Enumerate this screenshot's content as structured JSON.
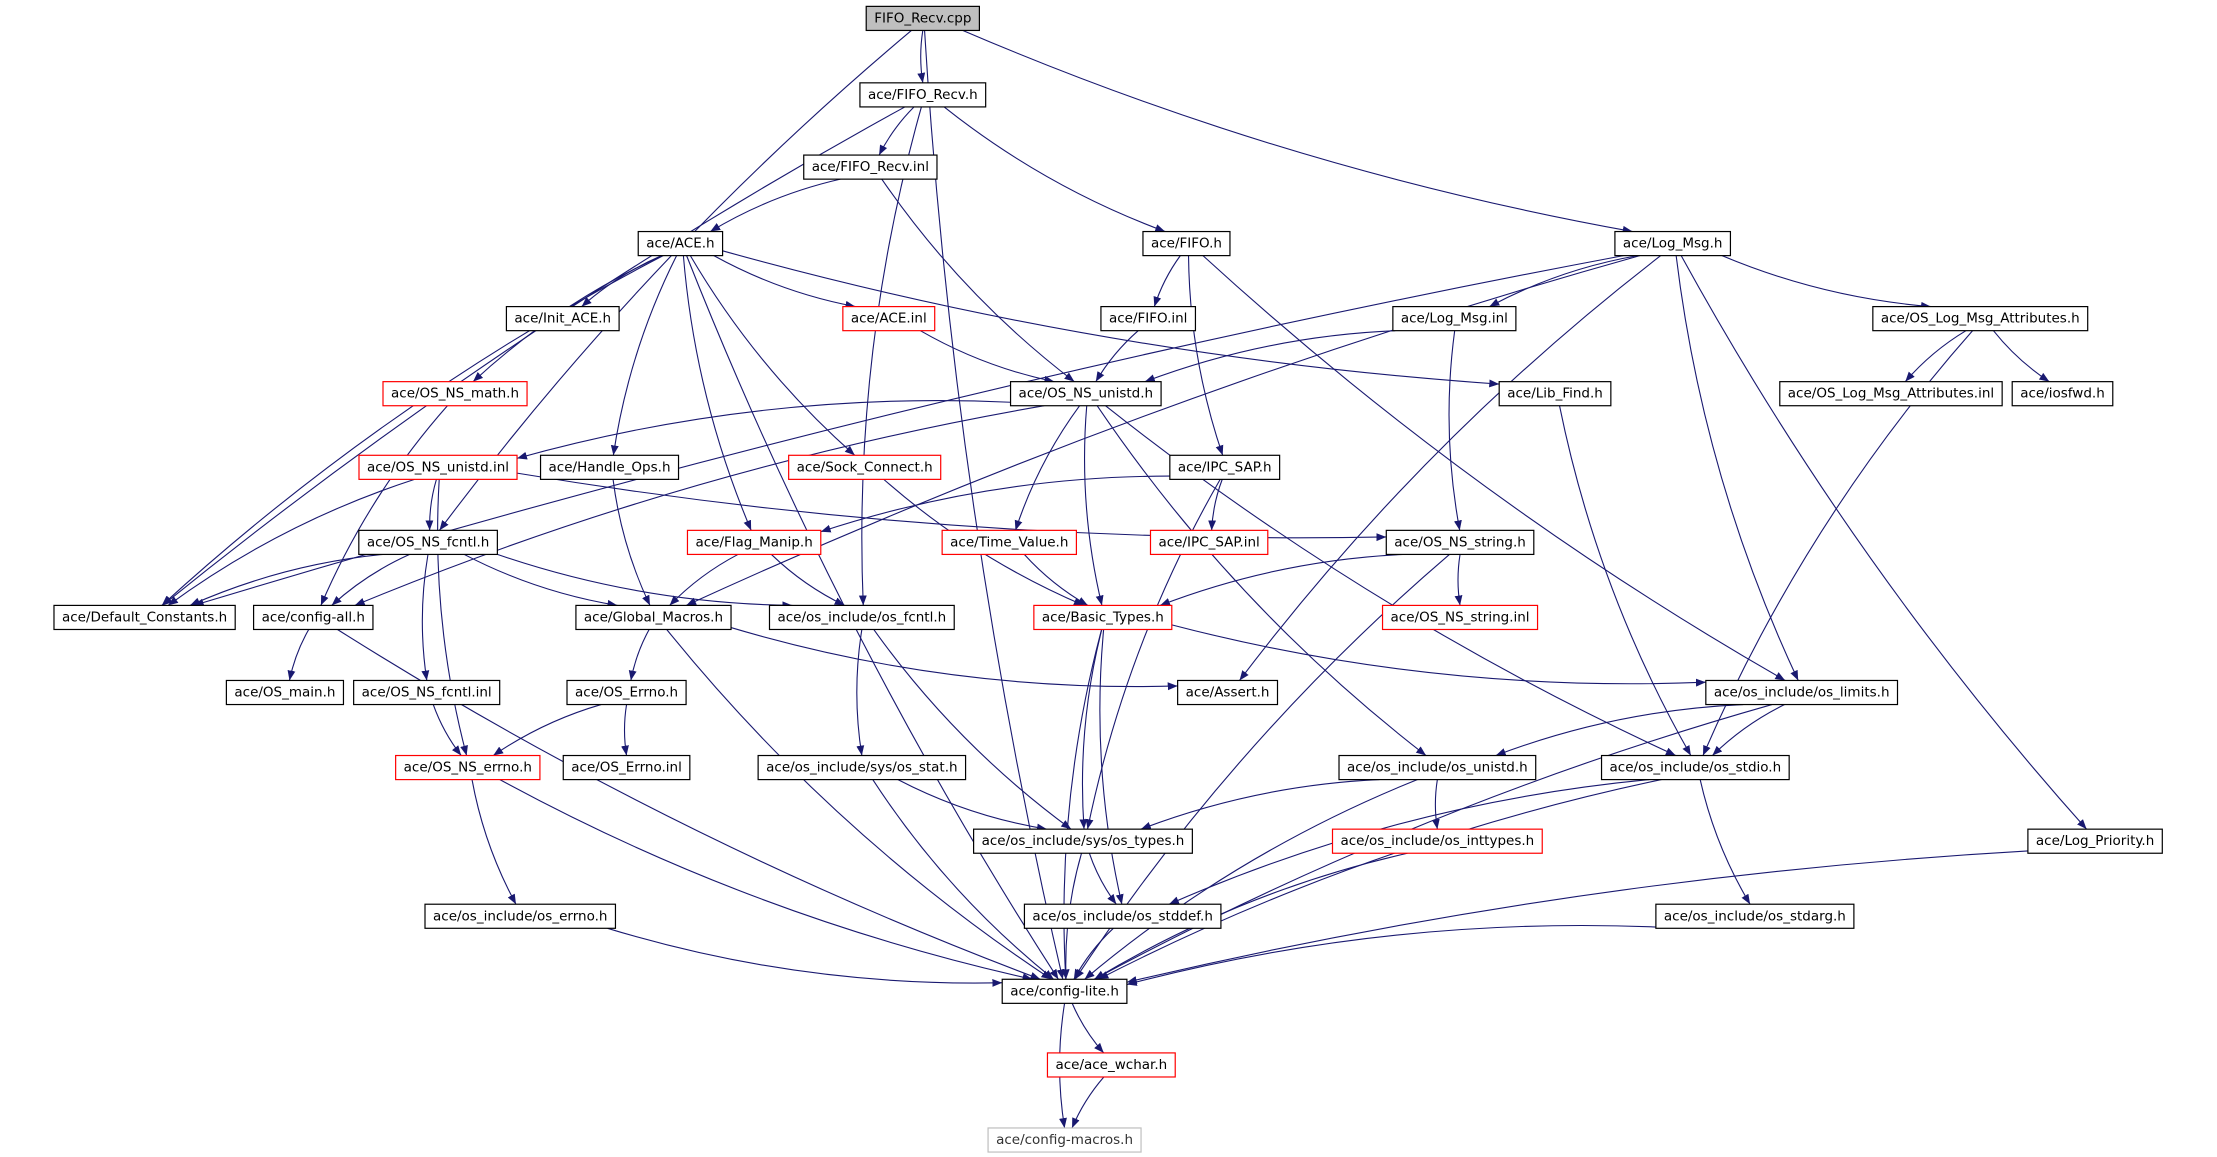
{
  "colors": {
    "edge": "#191970",
    "node_border_default": "#000000",
    "node_border_incomplete": "#ff0000",
    "node_border_truncated": "#bfbfbf",
    "root_fill": "#bfbfbf",
    "node_fill": "#ffffff"
  },
  "nodes": [
    {
      "id": "n0",
      "label": "FIFO_Recv.cpp",
      "style": "root"
    },
    {
      "id": "n1",
      "label": "ace/FIFO_Recv.h",
      "style": "normal"
    },
    {
      "id": "n2",
      "label": "ace/FIFO_Recv.inl",
      "style": "normal"
    },
    {
      "id": "n3",
      "label": "ace/ACE.h",
      "style": "normal"
    },
    {
      "id": "n4",
      "label": "ace/FIFO.h",
      "style": "normal"
    },
    {
      "id": "n5",
      "label": "ace/Log_Msg.h",
      "style": "normal"
    },
    {
      "id": "n6",
      "label": "ace/Init_ACE.h",
      "style": "normal"
    },
    {
      "id": "n7",
      "label": "ace/ACE.inl",
      "style": "red"
    },
    {
      "id": "n8",
      "label": "ace/FIFO.inl",
      "style": "normal"
    },
    {
      "id": "n9",
      "label": "ace/Log_Msg.inl",
      "style": "normal"
    },
    {
      "id": "n10",
      "label": "ace/OS_Log_Msg_Attributes.h",
      "style": "normal"
    },
    {
      "id": "n11",
      "label": "ace/OS_NS_math.h",
      "style": "red"
    },
    {
      "id": "n12",
      "label": "ace/OS_NS_unistd.h",
      "style": "normal"
    },
    {
      "id": "n13",
      "label": "ace/Lib_Find.h",
      "style": "normal"
    },
    {
      "id": "n14",
      "label": "ace/OS_Log_Msg_Attributes.inl",
      "style": "normal"
    },
    {
      "id": "n15",
      "label": "ace/iosfwd.h",
      "style": "normal"
    },
    {
      "id": "n16",
      "label": "ace/OS_NS_unistd.inl",
      "style": "red"
    },
    {
      "id": "n17",
      "label": "ace/Handle_Ops.h",
      "style": "normal"
    },
    {
      "id": "n18",
      "label": "ace/Sock_Connect.h",
      "style": "red"
    },
    {
      "id": "n19",
      "label": "ace/IPC_SAP.h",
      "style": "normal"
    },
    {
      "id": "n20",
      "label": "ace/OS_NS_fcntl.h",
      "style": "normal"
    },
    {
      "id": "n21",
      "label": "ace/Flag_Manip.h",
      "style": "red"
    },
    {
      "id": "n22",
      "label": "ace/Time_Value.h",
      "style": "red"
    },
    {
      "id": "n23",
      "label": "ace/IPC_SAP.inl",
      "style": "red"
    },
    {
      "id": "n24",
      "label": "ace/OS_NS_string.h",
      "style": "normal"
    },
    {
      "id": "n25",
      "label": "ace/Default_Constants.h",
      "style": "normal"
    },
    {
      "id": "n26",
      "label": "ace/config-all.h",
      "style": "normal"
    },
    {
      "id": "n27",
      "label": "ace/Global_Macros.h",
      "style": "normal"
    },
    {
      "id": "n28",
      "label": "ace/os_include/os_fcntl.h",
      "style": "normal"
    },
    {
      "id": "n29",
      "label": "ace/Basic_Types.h",
      "style": "red"
    },
    {
      "id": "n30",
      "label": "ace/OS_NS_string.inl",
      "style": "red"
    },
    {
      "id": "n31",
      "label": "ace/OS_main.h",
      "style": "normal"
    },
    {
      "id": "n32",
      "label": "ace/OS_NS_fcntl.inl",
      "style": "normal"
    },
    {
      "id": "n33",
      "label": "ace/OS_Errno.h",
      "style": "normal"
    },
    {
      "id": "n34",
      "label": "ace/Assert.h",
      "style": "normal"
    },
    {
      "id": "n35",
      "label": "ace/os_include/os_limits.h",
      "style": "normal"
    },
    {
      "id": "n36",
      "label": "ace/OS_NS_errno.h",
      "style": "red"
    },
    {
      "id": "n37",
      "label": "ace/OS_Errno.inl",
      "style": "normal"
    },
    {
      "id": "n38",
      "label": "ace/os_include/sys/os_stat.h",
      "style": "normal"
    },
    {
      "id": "n39",
      "label": "ace/os_include/os_unistd.h",
      "style": "normal"
    },
    {
      "id": "n40",
      "label": "ace/os_include/os_stdio.h",
      "style": "normal"
    },
    {
      "id": "n41",
      "label": "ace/os_include/sys/os_types.h",
      "style": "normal"
    },
    {
      "id": "n42",
      "label": "ace/os_include/os_inttypes.h",
      "style": "red"
    },
    {
      "id": "n43",
      "label": "ace/Log_Priority.h",
      "style": "normal"
    },
    {
      "id": "n44",
      "label": "ace/os_include/os_errno.h",
      "style": "normal"
    },
    {
      "id": "n45",
      "label": "ace/os_include/os_stddef.h",
      "style": "normal"
    },
    {
      "id": "n46",
      "label": "ace/os_include/os_stdarg.h",
      "style": "normal"
    },
    {
      "id": "n47",
      "label": "ace/config-lite.h",
      "style": "normal"
    },
    {
      "id": "n48",
      "label": "ace/ace_wchar.h",
      "style": "red"
    },
    {
      "id": "n49",
      "label": "ace/config-macros.h",
      "style": "gray"
    }
  ],
  "edges": [
    [
      "n0",
      "n1"
    ],
    [
      "n0",
      "n5"
    ],
    [
      "n0",
      "n20"
    ],
    [
      "n0",
      "n47"
    ],
    [
      "n1",
      "n2"
    ],
    [
      "n1",
      "n4"
    ],
    [
      "n1",
      "n25"
    ],
    [
      "n1",
      "n28"
    ],
    [
      "n2",
      "n3"
    ],
    [
      "n2",
      "n12"
    ],
    [
      "n3",
      "n6"
    ],
    [
      "n3",
      "n7"
    ],
    [
      "n3",
      "n11"
    ],
    [
      "n3",
      "n17"
    ],
    [
      "n3",
      "n18"
    ],
    [
      "n3",
      "n21"
    ],
    [
      "n3",
      "n25"
    ],
    [
      "n3",
      "n13"
    ],
    [
      "n3",
      "n47"
    ],
    [
      "n7",
      "n12"
    ],
    [
      "n4",
      "n8"
    ],
    [
      "n4",
      "n19"
    ],
    [
      "n4",
      "n35"
    ],
    [
      "n8",
      "n12"
    ],
    [
      "n5",
      "n9"
    ],
    [
      "n5",
      "n10"
    ],
    [
      "n5",
      "n35"
    ],
    [
      "n5",
      "n34"
    ],
    [
      "n5",
      "n43"
    ],
    [
      "n5",
      "n25"
    ],
    [
      "n5",
      "n27"
    ],
    [
      "n9",
      "n12"
    ],
    [
      "n9",
      "n24"
    ],
    [
      "n10",
      "n14"
    ],
    [
      "n10",
      "n15"
    ],
    [
      "n10",
      "n40"
    ],
    [
      "n11",
      "n26"
    ],
    [
      "n12",
      "n16"
    ],
    [
      "n12",
      "n22"
    ],
    [
      "n12",
      "n29"
    ],
    [
      "n12",
      "n39"
    ],
    [
      "n12",
      "n40"
    ],
    [
      "n12",
      "n26"
    ],
    [
      "n13",
      "n40"
    ],
    [
      "n16",
      "n20"
    ],
    [
      "n16",
      "n24"
    ],
    [
      "n16",
      "n36"
    ],
    [
      "n16",
      "n25"
    ],
    [
      "n17",
      "n27"
    ],
    [
      "n18",
      "n29"
    ],
    [
      "n19",
      "n21"
    ],
    [
      "n19",
      "n23"
    ],
    [
      "n19",
      "n41"
    ],
    [
      "n20",
      "n25"
    ],
    [
      "n20",
      "n26"
    ],
    [
      "n20",
      "n27"
    ],
    [
      "n20",
      "n28"
    ],
    [
      "n20",
      "n32"
    ],
    [
      "n21",
      "n27"
    ],
    [
      "n21",
      "n28"
    ],
    [
      "n22",
      "n29"
    ],
    [
      "n24",
      "n29"
    ],
    [
      "n24",
      "n30"
    ],
    [
      "n24",
      "n47"
    ],
    [
      "n26",
      "n31"
    ],
    [
      "n26",
      "n47"
    ],
    [
      "n27",
      "n33"
    ],
    [
      "n27",
      "n34"
    ],
    [
      "n27",
      "n47"
    ],
    [
      "n28",
      "n38"
    ],
    [
      "n28",
      "n41"
    ],
    [
      "n29",
      "n41"
    ],
    [
      "n29",
      "n45"
    ],
    [
      "n29",
      "n35"
    ],
    [
      "n29",
      "n47"
    ],
    [
      "n32",
      "n36"
    ],
    [
      "n33",
      "n36"
    ],
    [
      "n33",
      "n37"
    ],
    [
      "n35",
      "n39"
    ],
    [
      "n35",
      "n40"
    ],
    [
      "n35",
      "n47"
    ],
    [
      "n36",
      "n44"
    ],
    [
      "n36",
      "n47"
    ],
    [
      "n38",
      "n41"
    ],
    [
      "n38",
      "n47"
    ],
    [
      "n39",
      "n41"
    ],
    [
      "n39",
      "n42"
    ],
    [
      "n39",
      "n47"
    ],
    [
      "n40",
      "n45"
    ],
    [
      "n40",
      "n46"
    ],
    [
      "n40",
      "n47"
    ],
    [
      "n41",
      "n45"
    ],
    [
      "n41",
      "n47"
    ],
    [
      "n42",
      "n47"
    ],
    [
      "n43",
      "n47"
    ],
    [
      "n44",
      "n47"
    ],
    [
      "n45",
      "n47"
    ],
    [
      "n46",
      "n47"
    ],
    [
      "n47",
      "n48"
    ],
    [
      "n47",
      "n49"
    ],
    [
      "n48",
      "n49"
    ]
  ]
}
